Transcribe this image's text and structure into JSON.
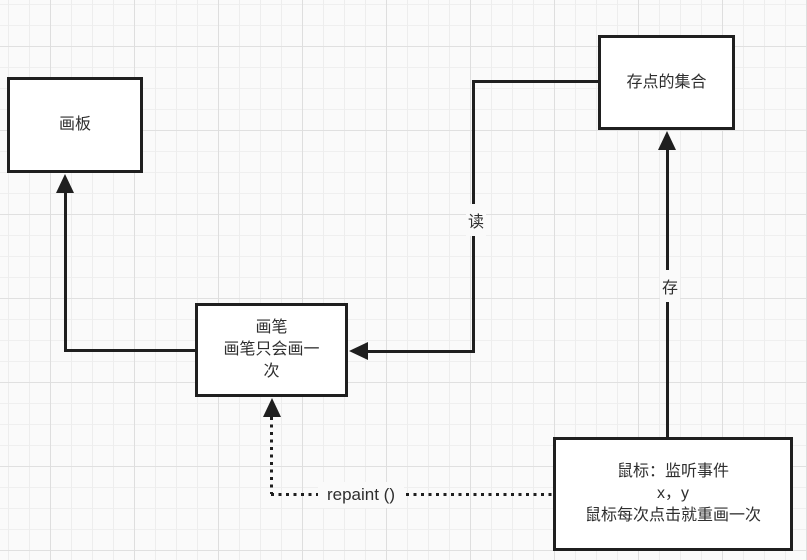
{
  "canvas": {
    "background": "#fafafa",
    "grid_minor_color": "#ededed",
    "grid_major_color": "#dedede",
    "line_color": "#1f1f1f",
    "text_color": "#2e2e2e",
    "node_fill": "#ffffff"
  },
  "nodes": {
    "board": {
      "label": "画板"
    },
    "points": {
      "label": "存点的集合"
    },
    "brush": {
      "lines": [
        "画笔",
        "画笔只会画一",
        "次"
      ]
    },
    "mouse": {
      "lines": [
        "鼠标：监听事件",
        "x，y",
        "鼠标每次点击就重画一次"
      ]
    }
  },
  "edges": {
    "read": {
      "label": "读"
    },
    "store": {
      "label": "存"
    },
    "repaint": {
      "label": "repaint ()"
    }
  }
}
